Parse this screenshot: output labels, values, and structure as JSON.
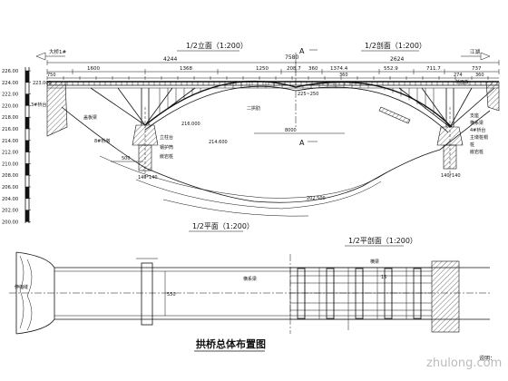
{
  "titles": {
    "half_elevation": "1/2立面（1:200）",
    "half_section": "1/2剖面（1:200）",
    "half_plan": "1/2平面（1:200）",
    "half_plan_section": "1/2平剖面（1:200）",
    "main_title": "拱桥总体布置图"
  },
  "directions": {
    "left": "大桥1#",
    "right": "江湖"
  },
  "elevation_scale": [
    "226.00",
    "224.00",
    "222.00",
    "220.00",
    "218.00",
    "216.00",
    "214.00",
    "212.00",
    "210.00",
    "208.00",
    "206.00",
    "204.00",
    "202.00",
    "200.00"
  ],
  "dimensions": {
    "total": "7580",
    "left_half": "4244",
    "right_half": "2624",
    "d_1600": "1600",
    "d_1368": "1368",
    "d_1250": "1250",
    "d_208": "208.7",
    "d_360a": "360",
    "d_13744": "1374.4",
    "d_5529": "552.9",
    "d_7117": "711.7",
    "d_737": "737",
    "d_360b": "360",
    "d_274": "274",
    "d_360c": "360",
    "d_750": "750",
    "d_500": "500",
    "pier_size": "140*140",
    "d_8000": "8000",
    "elev_223": "223.000",
    "elev_225": "225~250",
    "elev_216": "216.000",
    "elev_214": "214.600",
    "elev_2025": "202.500",
    "plan_550": "550",
    "plan_15": "15"
  },
  "labels": {
    "abut_left": "3#桥台",
    "cover_beam": "盖板梁",
    "pier_left": "8#桥墩",
    "arch_rib": "二拱肋",
    "pier_body": "立柱台",
    "pad": "钢护筒",
    "embedded": "嵌岩桩",
    "abut_right": "4#桥台",
    "bridge_deck": "桥面板",
    "right_cap": "支座",
    "right_tie": "横系梁",
    "right_pier": "主墩桩帽",
    "right_pile": "桩",
    "right_base": "嵌岩桩",
    "axis": "A",
    "plan_left": "伸缩缝",
    "plan_mid": "横系梁",
    "plan_right": "横梁"
  },
  "note": "说明：",
  "watermark": "zhulong.com"
}
